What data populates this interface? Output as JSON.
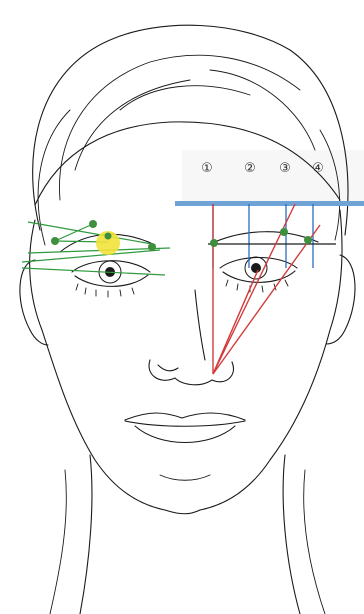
{
  "markers": [
    "①",
    "②",
    "③",
    "④"
  ],
  "colors": {
    "guide_blue": "#2d6bc4",
    "ruler_blue": "#6fa3d6",
    "guide_red": "#d23b3b",
    "guide_green": "#2e9a3e",
    "dot_green": "#3e8f3e",
    "highlight_yellow": "#f2e23a",
    "ink": "#1a1a1a",
    "background": "#ffffff"
  },
  "icons": [
    "face-line-drawing",
    "eyebrow-guide-lines",
    "golden-point-highlight"
  ]
}
